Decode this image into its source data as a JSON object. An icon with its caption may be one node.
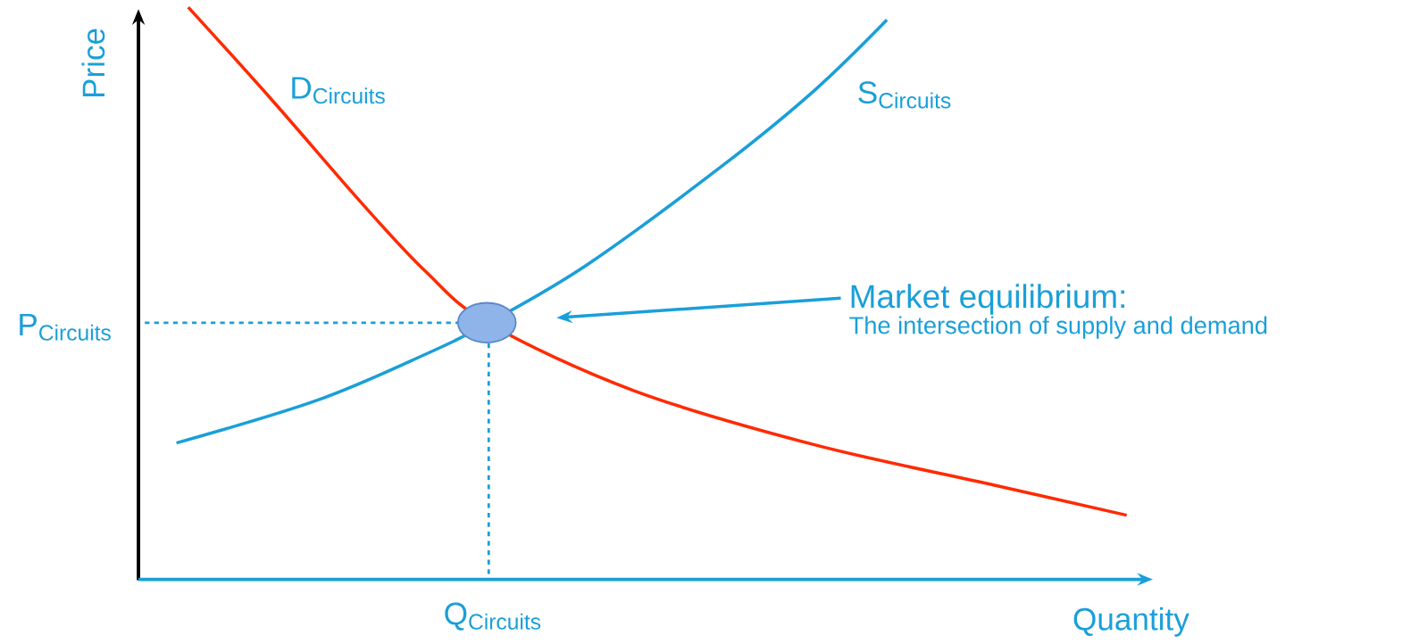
{
  "diagram": {
    "nodes": [
      {
        "text": [],
        "shape": "circle"
      },
      {
        "text": [
          "Market equilibrium:",
          "The intersection of supply and demand"
        ]
      }
    ],
    "edges": [
      {
        "from": 1,
        "to": 0,
        "arrow": "to"
      }
    ],
    "labels": [
      "Price",
      "D$_{Circuits}$",
      "S$_{Circuits}$",
      "P$_{Circuits}$",
      "Q$_{Circuits}$",
      "Quantity"
    ]
  }
}
